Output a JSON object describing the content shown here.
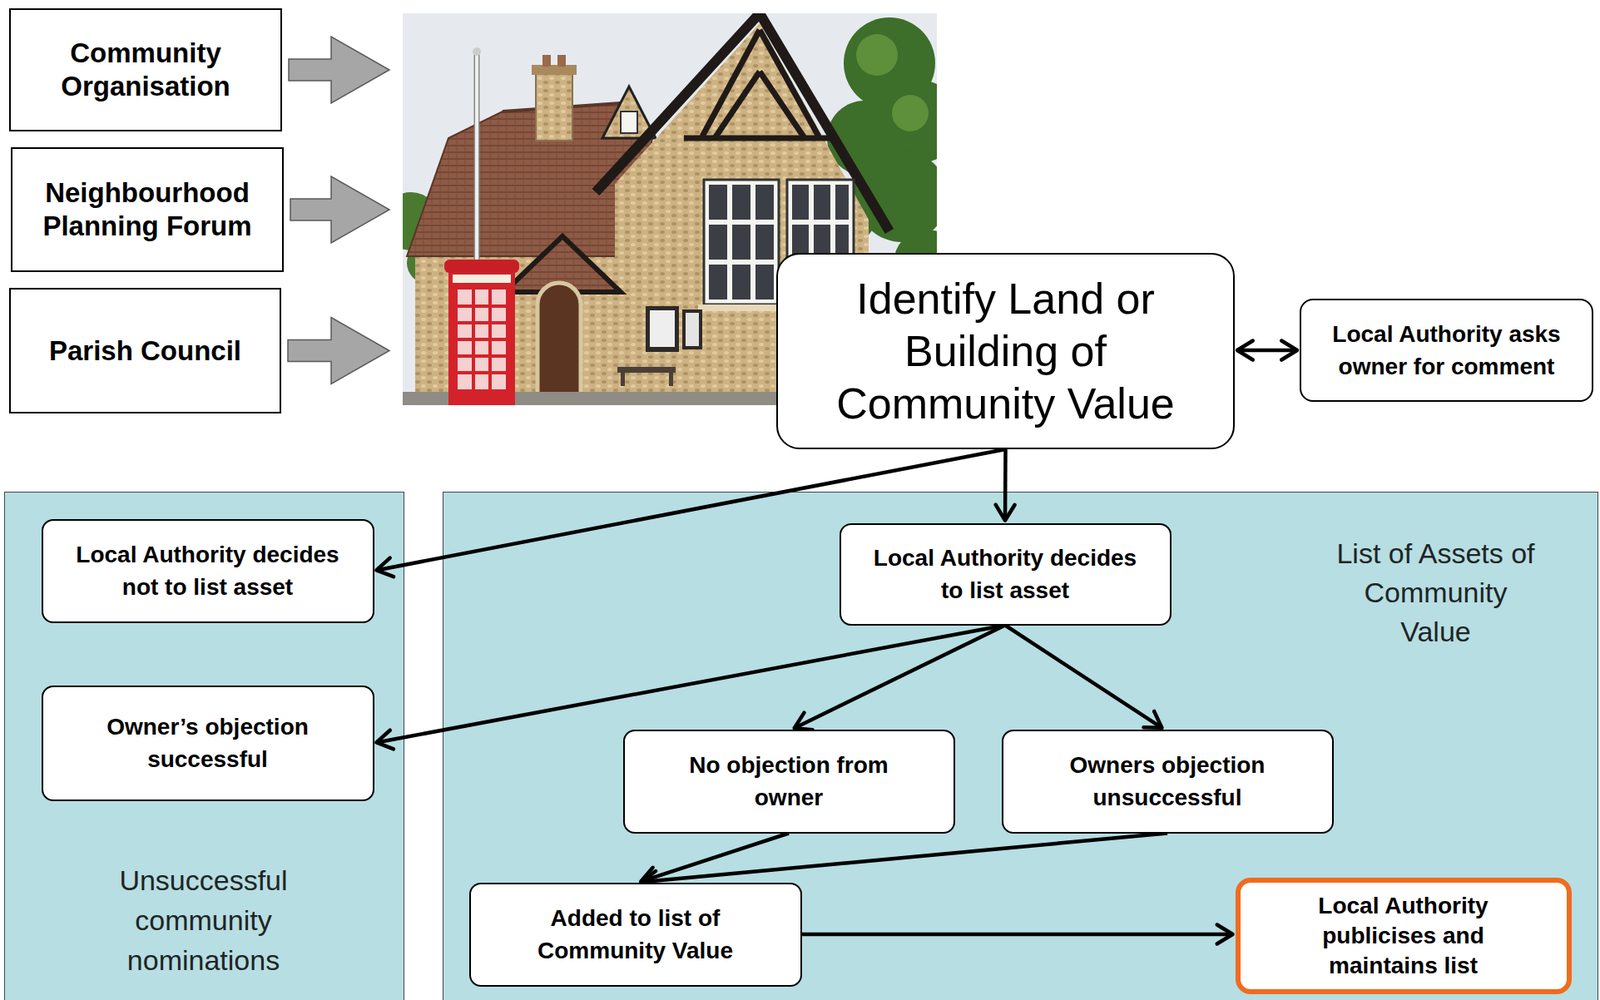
{
  "diagram": {
    "nodes": [
      {
        "text": [
          "Community Organisation"
        ]
      },
      {
        "text": [
          "Neighbourhood Planning Forum"
        ]
      },
      {
        "text": [
          "Parish Council"
        ]
      },
      {
        "text": [
          "Identify Land or Building of Community Value"
        ]
      },
      {
        "text": [
          "Local Authority asks owner for comment"
        ]
      },
      {
        "text": [
          "Unsuccessful community nominations"
        ]
      },
      {
        "text": [
          "Local Authority decides not to list asset"
        ],
        "in": 5
      },
      {
        "text": [
          "Owner’s objection successful"
        ],
        "in": 5
      },
      {
        "text": [
          "List of Assets of Community Value"
        ]
      },
      {
        "text": [
          "Local Authority decides to list asset"
        ],
        "in": 8
      },
      {
        "text": [
          "No objection from owner"
        ],
        "in": 8
      },
      {
        "text": [
          "Owners objection unsuccessful"
        ],
        "in": 8
      },
      {
        "text": [
          "Added to list of Community Value"
        ],
        "in": 8
      },
      {
        "text": [
          "Local Authority publicises and maintains list"
        ],
        "in": 8
      }
    ],
    "edges": [
      {
        "from": 0,
        "to": 3,
        "arrow": "to"
      },
      {
        "from": 1,
        "to": 3,
        "arrow": "to"
      },
      {
        "from": 2,
        "to": 3,
        "arrow": "to"
      },
      {
        "from": 3,
        "to": 4,
        "arrow": "both"
      },
      {
        "from": 3,
        "to": 6,
        "arrow": "to"
      },
      {
        "from": 3,
        "to": 9,
        "arrow": "to"
      },
      {
        "from": 9,
        "to": 7,
        "arrow": "to"
      },
      {
        "from": 9,
        "to": 10,
        "arrow": "to"
      },
      {
        "from": 9,
        "to": 11,
        "arrow": "to"
      },
      {
        "from": 10,
        "to": 12,
        "arrow": "to"
      },
      {
        "from": 11,
        "to": 12,
        "arrow": "to"
      },
      {
        "from": 12,
        "to": 13,
        "arrow": "to"
      }
    ]
  }
}
